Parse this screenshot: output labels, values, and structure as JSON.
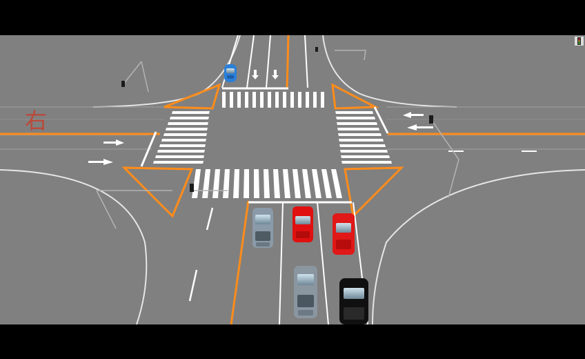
{
  "scene": {
    "direction_label": "右",
    "direction_label_color": "#b94a3b",
    "road_color": "#808080",
    "lane_line_color": "#ffffff",
    "curb_line_color": "#ff8c1a",
    "icons": {
      "corner": "traffic-light-icon"
    }
  },
  "vehicles": [
    {
      "name": "car-blue-far",
      "color": "#2a7fd8"
    },
    {
      "name": "car-gray-left-lane",
      "color": "#8a9aa8"
    },
    {
      "name": "car-red-middle-lane",
      "color": "#e01010"
    },
    {
      "name": "car-red-right-lane",
      "color": "#e01818"
    },
    {
      "name": "car-gray-middle-rear",
      "color": "#8a96a0"
    },
    {
      "name": "car-black-right-rear",
      "color": "#101010"
    }
  ]
}
